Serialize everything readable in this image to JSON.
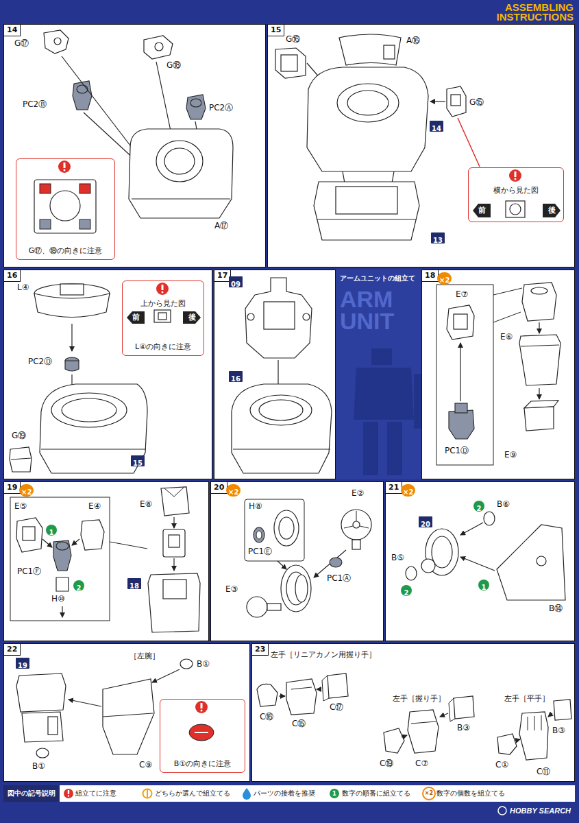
{
  "diagram": {
    "title": "ASSEMBLING INSTRUCTIONS",
    "nodes": [
      {
        "text": [
          "14"
        ]
      },
      {
        "text": [
          "G⑰、⑱の向きに注意"
        ],
        "in": 0
      },
      {
        "text": [
          "15"
        ]
      },
      {
        "text": [
          "14"
        ],
        "in": 2
      },
      {
        "text": [
          "13"
        ],
        "in": 2
      },
      {
        "text": [
          "横から見た図"
        ],
        "in": 2
      },
      {
        "text": [
          "前"
        ],
        "in": 5
      },
      {
        "text": [
          "後"
        ],
        "in": 5
      },
      {
        "text": [
          "16"
        ]
      },
      {
        "text": [
          "上から見た図",
          "L④の向きに注意"
        ],
        "in": 8
      },
      {
        "text": [
          "前"
        ],
        "in": 9
      },
      {
        "text": [
          "後"
        ],
        "in": 9
      },
      {
        "text": [
          "15"
        ],
        "in": 8
      },
      {
        "text": [
          "17"
        ]
      },
      {
        "text": [
          "09"
        ],
        "in": 13
      },
      {
        "text": [
          "16"
        ],
        "in": 13
      },
      {
        "text": [
          "アームユニットの組立て",
          "ARM UNIT"
        ]
      },
      {
        "text": [
          "18"
        ]
      },
      {
        "text": [
          "×2"
        ],
        "in": 17
      },
      {
        "text": [
          "19"
        ]
      },
      {
        "text": [
          "×2"
        ],
        "in": 19
      },
      {
        "text": [
          "1"
        ],
        "in": 19
      },
      {
        "text": [
          "2"
        ],
        "in": 19
      },
      {
        "text": [
          "18"
        ],
        "in": 19
      },
      {
        "text": [
          "20"
        ]
      },
      {
        "text": [
          "×2"
        ],
        "in": 24
      },
      {
        "text": [
          "21"
        ]
      },
      {
        "text": [
          "×2"
        ],
        "in": 26
      },
      {
        "text": [
          "20"
        ],
        "in": 26
      },
      {
        "text": [
          "2"
        ],
        "in": 26
      },
      {
        "text": [
          "2"
        ],
        "in": 26
      },
      {
        "text": [
          "1"
        ],
        "in": 26
      },
      {
        "text": [
          "22"
        ]
      },
      {
        "text": [
          "19"
        ],
        "in": 32
      },
      {
        "text": [
          "B①の向きに注意"
        ],
        "in": 32
      },
      {
        "text": [
          "23"
        ]
      }
    ],
    "labels": [
      "G⑰",
      "G⑱",
      "PC2Ⓑ",
      "PC2Ⓐ",
      "A⑰",
      "G⑯",
      "A⑯",
      "G⑮",
      "L④",
      "PC2Ⓓ",
      "G⑲",
      "E⑦",
      "E⑥",
      "PC1Ⓓ",
      "E⑨",
      "E⑤",
      "E⑧",
      "E④",
      "PC1Ⓕ",
      "H⑩",
      "H⑧",
      "E②",
      "PC1Ⓔ",
      "PC1Ⓐ",
      "E③",
      "B⑥",
      "B⑤",
      "B⑭",
      "［左腕］",
      "B①",
      "C⑨",
      "B①",
      "左手［リニアカノン用握り手］",
      "C⑯",
      "C⑮",
      "C⑰",
      "左手［握り手］",
      "B③",
      "C⑲",
      "C⑦",
      "左手［平手］",
      "B③",
      "C①",
      "C⑪",
      "図中の記号説明",
      "1",
      "×2",
      "HOBBY SEARCH"
    ],
    "legend": [
      {
        "text": "組立てに注意"
      },
      {
        "text": "どちらか選んで組立てる"
      },
      {
        "text": "パーツの接着を推奨"
      },
      {
        "text": "数字の順番に組立てる"
      },
      {
        "text": "数字の個数を組立てる"
      }
    ]
  }
}
